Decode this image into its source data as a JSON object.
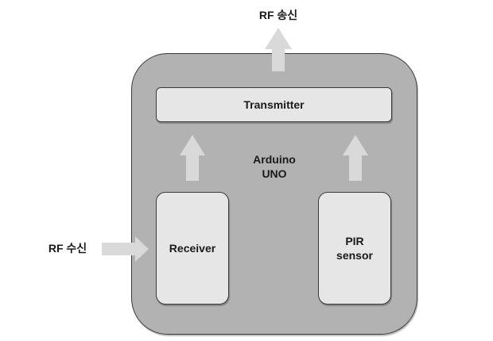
{
  "diagram": {
    "board_label_line1": "Arduino",
    "board_label_line2": "UNO",
    "transmitter_label": "Transmitter",
    "receiver_label": "Receiver",
    "pir_label_line1": "PIR",
    "pir_label_line2": "sensor",
    "rf_send_label": "RF 송신",
    "rf_receive_label": "RF 수신"
  },
  "colors": {
    "board_fill": "#b2b2b2",
    "module_fill": "#e6e6e6",
    "arrow_fill": "#d9d9d9",
    "outline": "#3a3a3a"
  }
}
